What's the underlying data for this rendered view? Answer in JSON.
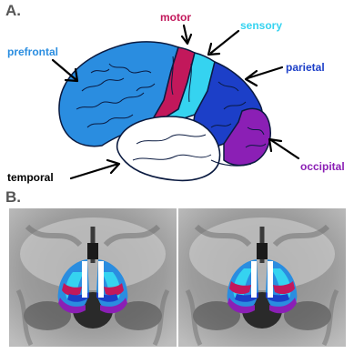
{
  "panels": {
    "a": "A.",
    "b": "B."
  },
  "labels": {
    "motor": "motor",
    "sensory": "sensory",
    "prefrontal": "prefrontal",
    "parietal": "parietal",
    "temporal": "temporal",
    "occipital": "occipital"
  },
  "colors": {
    "motor": "#c2185b",
    "sensory": "#35d3f0",
    "prefrontal": "#2a8de0",
    "parietal": "#1c3fc8",
    "temporal": "#ffffff",
    "occipital": "#8b1fb5"
  }
}
